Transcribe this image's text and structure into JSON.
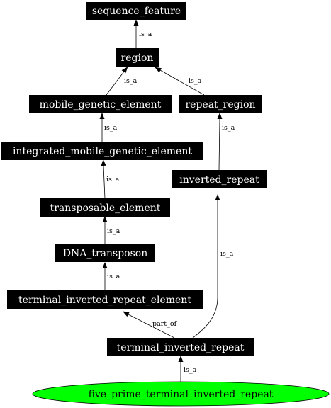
{
  "nodes": {
    "sequence_feature": "sequence_feature",
    "region": "region",
    "mobile_genetic_element": "mobile_genetic_element",
    "repeat_region": "repeat_region",
    "integrated_mobile_genetic_element": "integrated_mobile_genetic_element",
    "inverted_repeat": "inverted_repeat",
    "transposable_element": "transposable_element",
    "DNA_transposon": "DNA_transposon",
    "terminal_inverted_repeat_element": "terminal_inverted_repeat_element",
    "terminal_inverted_repeat": "terminal_inverted_repeat",
    "five_prime_terminal_inverted_repeat": "five_prime_terminal_inverted_repeat"
  },
  "edges": {
    "region_to_sequence_feature": "is_a",
    "mobile_genetic_element_to_region": "is_a",
    "repeat_region_to_region": "is_a",
    "integrated_to_mobile_genetic_element": "is_a",
    "inverted_repeat_to_repeat_region": "is_a",
    "transposable_element_to_integrated": "is_a",
    "dna_transposon_to_transposable_element": "is_a",
    "tire_to_dna_transposon": "is_a",
    "tir_to_tire": "part_of",
    "tir_to_inverted_repeat": "is_a",
    "five_prime_to_tir": "is_a"
  },
  "colors": {
    "node_fill": "#000000",
    "node_text": "#ffffff",
    "leaf_fill": "#00ff00"
  }
}
